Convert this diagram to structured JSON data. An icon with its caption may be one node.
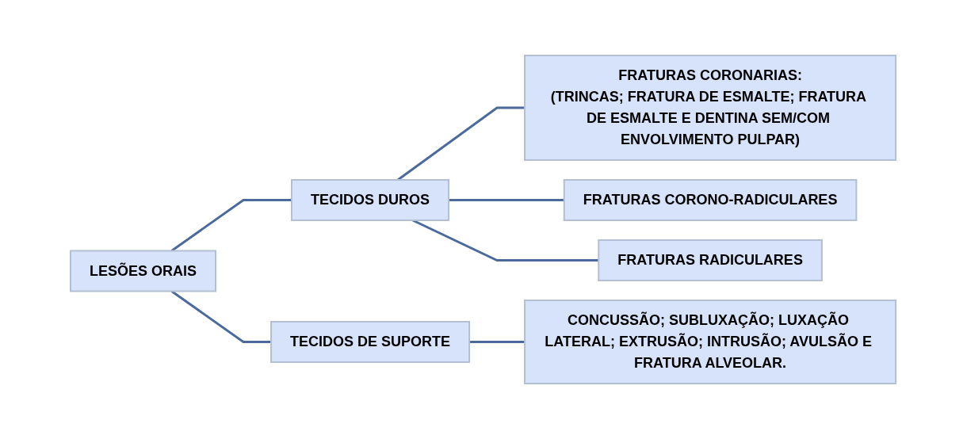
{
  "diagram": {
    "nodes": [
      {
        "text": [
          "LESÕES ORAIS"
        ]
      },
      {
        "text": [
          "TECIDOS DUROS"
        ]
      },
      {
        "text": [
          "TECIDOS DE SUPORTE"
        ]
      },
      {
        "text": [
          "FRATURAS CORONARIAS:",
          "(TRINCAS; FRATURA DE ESMALTE; FRATURA DE ESMALTE E DENTINA SEM/COM ENVOLVIMENTO PULPAR)"
        ]
      },
      {
        "text": [
          "FRATURAS CORONO-RADICULARES"
        ]
      },
      {
        "text": [
          "FRATURAS RADICULARES"
        ]
      },
      {
        "text": [
          "CONCUSSÃO; SUBLUXAÇÃO; LUXAÇÃO LATERAL; EXTRUSÃO; INTRUSÃO; AVULSÃO E FRATURA ALVEOLAR."
        ]
      }
    ],
    "edges": [
      {
        "from": 0,
        "to": 1,
        "arrow": "none"
      },
      {
        "from": 0,
        "to": 2,
        "arrow": "none"
      },
      {
        "from": 1,
        "to": 3,
        "arrow": "none"
      },
      {
        "from": 1,
        "to": 4,
        "arrow": "none"
      },
      {
        "from": 1,
        "to": 5,
        "arrow": "none"
      },
      {
        "from": 2,
        "to": 6,
        "arrow": "none"
      }
    ]
  }
}
